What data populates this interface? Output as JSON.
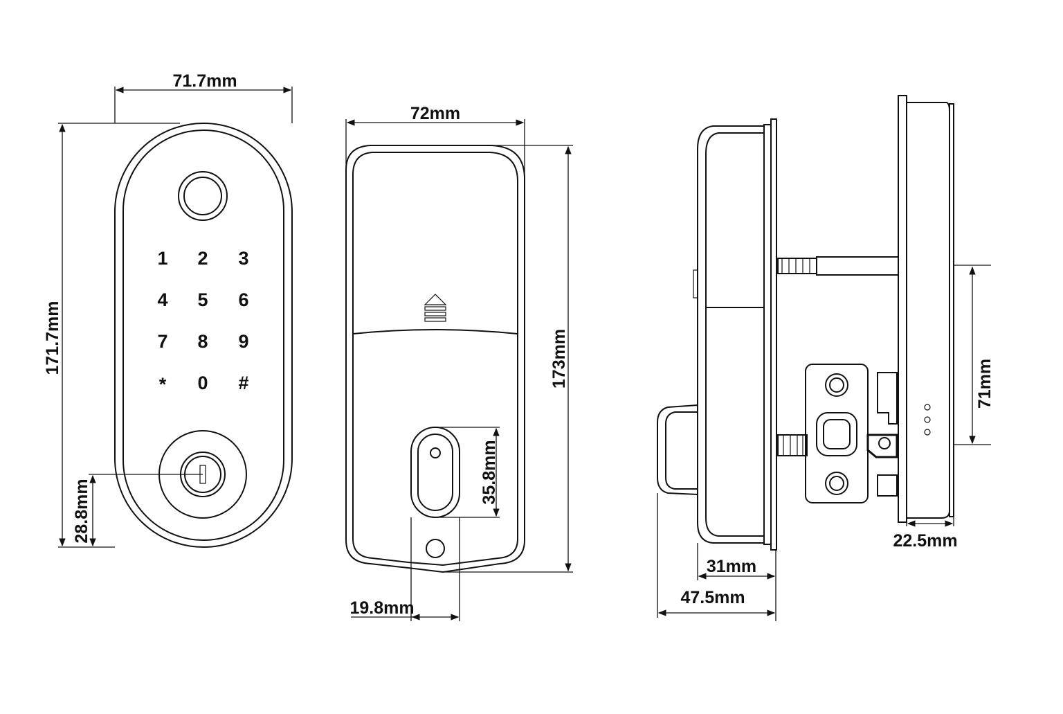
{
  "dimensions": {
    "front_width": "71.7mm",
    "front_height": "171.7mm",
    "keyhole_height": "28.8mm",
    "back_width": "72mm",
    "back_height": "173mm",
    "thumbturn_height": "35.8mm",
    "thumbturn_width": "19.8mm",
    "side_spacing": "71mm",
    "side_depth_inner": "31mm",
    "side_depth_outer": "47.5mm",
    "side_thickness": "22.5mm"
  },
  "keypad": {
    "keys": [
      "1",
      "2",
      "3",
      "4",
      "5",
      "6",
      "7",
      "8",
      "9",
      "*",
      "0",
      "#"
    ]
  }
}
